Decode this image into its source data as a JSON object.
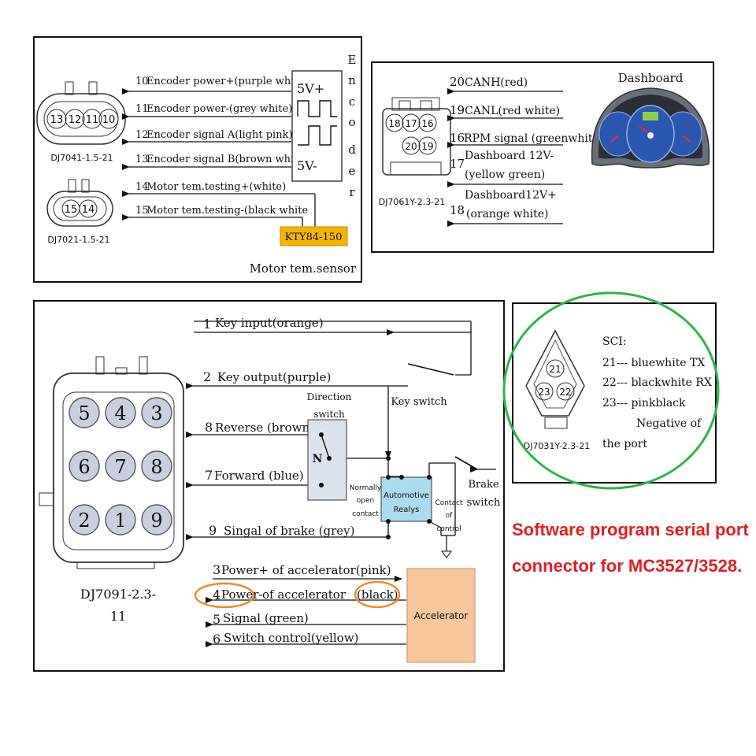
{
  "encoder_panel": {
    "connector_a": {
      "label": "DJ7041-1.5-21",
      "pins": [
        "13",
        "12",
        "11",
        "10"
      ]
    },
    "connector_b": {
      "label": "DJ7021-1.5-21",
      "pins": [
        "15",
        "14"
      ]
    },
    "wires": [
      {
        "num": "10",
        "text": "Encoder power+(purple white)"
      },
      {
        "num": "11",
        "text": "Encoder power-(grey white)"
      },
      {
        "num": "12",
        "text": "Encoder signal A(light pink)"
      },
      {
        "num": "13",
        "text": "Encoder signal B(brown white"
      },
      {
        "num": "14",
        "text": "Motor tem.testing+(white)"
      },
      {
        "num": "15",
        "text": "Motor tem.testing-(black white"
      }
    ],
    "encoder_block": {
      "top": "5V+",
      "bottom": "5V-"
    },
    "encoder_letters": [
      "E",
      "n",
      "c",
      "o",
      "d",
      "e",
      "r"
    ],
    "sensor_label": "KTY84-150",
    "caption": "Motor tem.sensor"
  },
  "dashboard_panel": {
    "connector": {
      "label": "DJ7061Y-2.3-21",
      "pins": [
        "18",
        "17",
        "16",
        "20",
        "19"
      ]
    },
    "title": "Dashboard",
    "wires": [
      {
        "num": "20",
        "text": "CANH(red)"
      },
      {
        "num": "19",
        "text": "CANL(red white)"
      },
      {
        "num": "16",
        "text": "RPM signal (greenwhite)"
      },
      {
        "num": "17",
        "text": "Dashboard 12V-",
        "text2": "(yellow green)"
      },
      {
        "num": "18",
        "text": "Dashboard12V+",
        "text2": "(orange white)"
      }
    ]
  },
  "main_panel": {
    "connector": {
      "label_line1": "DJ7091-2.3-",
      "label_line2": "11",
      "pins": [
        "5",
        "4",
        "3",
        "6",
        "7",
        "8",
        "2",
        "1",
        "9"
      ]
    },
    "wires": [
      {
        "num": "1",
        "text": "Key input(orange)"
      },
      {
        "num": "2",
        "text": "Key output(purple)"
      },
      {
        "num": "8",
        "text": "Reverse (brown)"
      },
      {
        "num": "7",
        "text": "Forward (blue)"
      },
      {
        "num": "9",
        "text": "Singal of brake (grey)"
      },
      {
        "num": "3",
        "text": "Power+ of accelerator(pink)"
      },
      {
        "num": "4",
        "text": "Power-",
        "text_mid": "of accelerator",
        "text_end": "(black)"
      },
      {
        "num": "5",
        "text": "Signal (green)"
      },
      {
        "num": "6",
        "text": "Switch control(yellow)"
      }
    ],
    "direction_switch": {
      "title_line1": "Direction",
      "title_line2": "switch",
      "center": "N"
    },
    "key_switch": "Key switch",
    "relay": {
      "line1": "Automotive",
      "line2": "Realys"
    },
    "normally_open": [
      "Normally",
      "open",
      "contact"
    ],
    "contact_of_control": [
      "Contact",
      "of",
      "control"
    ],
    "brake_switch": [
      "Brake",
      "switch"
    ],
    "accelerator": "Accelerator"
  },
  "sci_panel": {
    "connector": {
      "label": "DJ7031Y-2.3-21",
      "pins": [
        "21",
        "23",
        "22"
      ]
    },
    "title": "SCI:",
    "lines": [
      "21--- bluewhite TX",
      "22--- blackwhite RX",
      "23--- pinkblack",
      "Negative of",
      "the port"
    ]
  },
  "note": {
    "line1": "Software program serial port",
    "line2": "connector for MC3527/3528."
  },
  "colors": {
    "sensor": "#f5b400",
    "relay": "#a8dcee",
    "accelerator": "#f7c79c",
    "switch_box": "#dde3ee",
    "highlight_green": "#2db34a",
    "highlight_orange": "#f08a28",
    "note": "#e02020",
    "gauge": "#2a58b0"
  }
}
